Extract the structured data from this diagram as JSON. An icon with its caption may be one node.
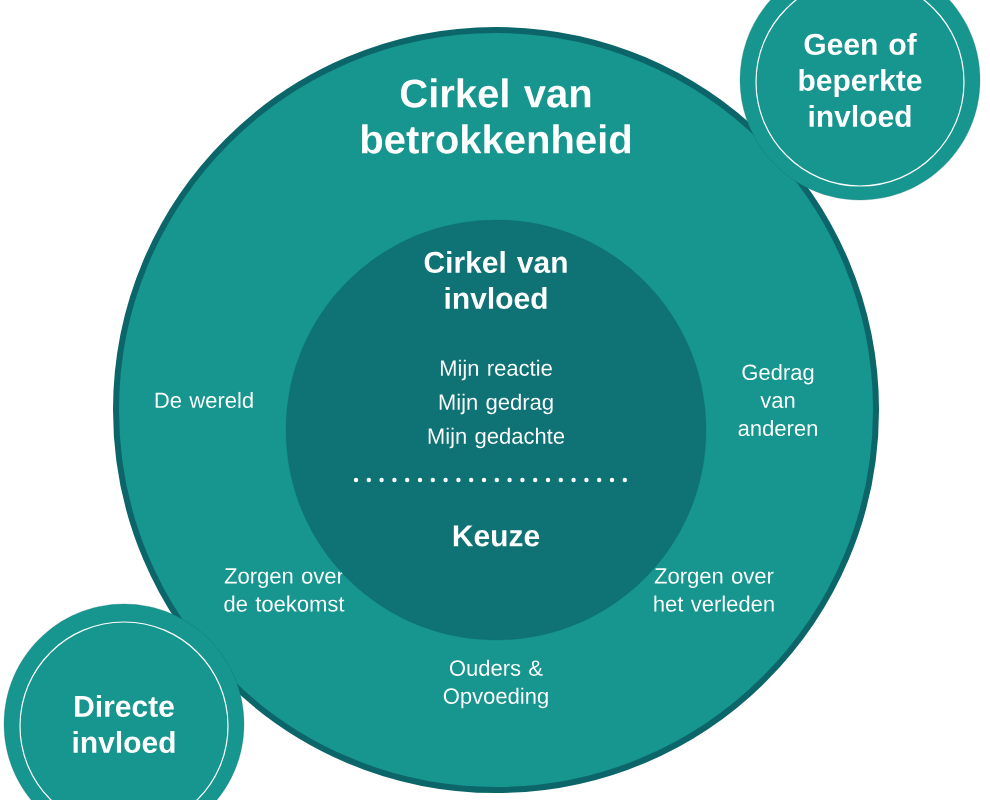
{
  "diagram": {
    "nodes": [
      {
        "text": [
          "Cirkel van betrokkenheid",
          "De wereld",
          "Gedrag van anderen",
          "Zorgen over de toekomst",
          "Zorgen over het verleden",
          "Ouders & Opvoeding"
        ]
      },
      {
        "text": [
          "Cirkel van invloed",
          "Mijn reactie",
          "Mijn gedrag",
          "Mijn gedachte",
          "Keuze"
        ],
        "in": 0
      },
      {
        "text": [
          "Geen of beperkte invloed"
        ]
      },
      {
        "text": [
          "Directe invloed"
        ]
      }
    ]
  }
}
